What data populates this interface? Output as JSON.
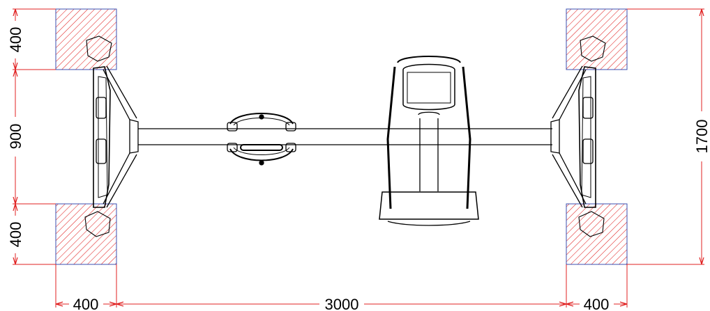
{
  "colors": {
    "dimension": "#e02020",
    "foundation_border": "#3b4fb0",
    "hatch": "#e02020",
    "equipment": "#000000"
  },
  "dimensions": {
    "left_top": "400",
    "left_middle": "900",
    "left_bottom": "400",
    "right_total": "1700",
    "bottom_left": "400",
    "bottom_middle": "3000",
    "bottom_right": "400"
  }
}
